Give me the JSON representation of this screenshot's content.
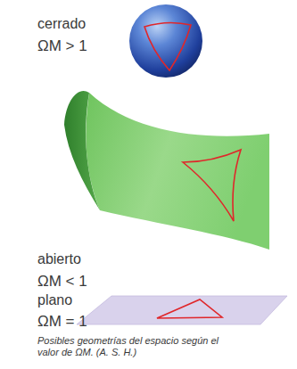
{
  "diagram": {
    "caption": "Posibles geometrías del espacio según el valor de ΩM. (A. S. H.)",
    "labels": [
      "cerrado",
      "ΩM > 1",
      "abierto",
      "ΩM < 1",
      "plano",
      "ΩM = 1"
    ]
  }
}
